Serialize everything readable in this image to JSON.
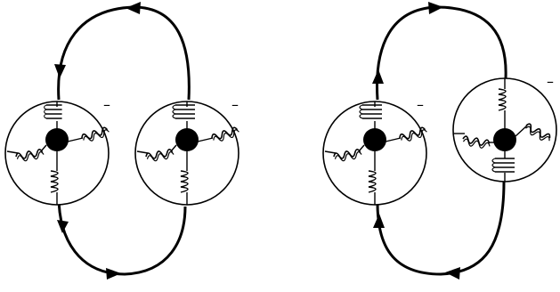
{
  "diagram": {
    "panels": [
      {
        "name": "left-panel",
        "arrows_top": "left",
        "arrows_bottom": "right",
        "units": [
          {
            "name": "unit-a",
            "sign": "–",
            "arrangement": "spring-top-right-left-bottom"
          },
          {
            "name": "unit-b",
            "sign": "–",
            "arrangement": "spring-top-right-left-bottom"
          }
        ]
      },
      {
        "name": "right-panel",
        "arrows_top": "right",
        "arrows_bottom": "left",
        "units": [
          {
            "name": "unit-c",
            "sign": "–",
            "arrangement": "spring-top-right-left-bottom"
          },
          {
            "name": "unit-d",
            "sign": "–",
            "arrangement": "spring-top-right-left-bottom"
          }
        ]
      }
    ],
    "colors": {
      "line": "#000000",
      "background": "#ffffff"
    }
  }
}
